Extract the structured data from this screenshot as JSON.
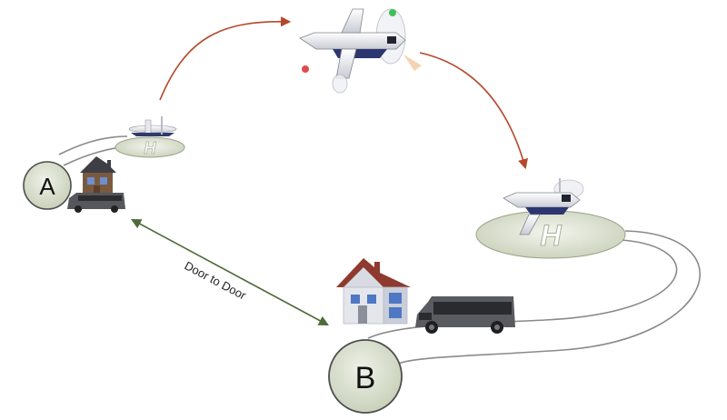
{
  "nodes": {
    "origin": {
      "label": "A"
    },
    "destination": {
      "label": "B"
    }
  },
  "edges": {
    "door_to_door": {
      "label": "Door to Door"
    }
  },
  "colors": {
    "flight_arrow": "#b5472a",
    "door_arrow": "#4f6b3a",
    "node_fill": "#dde3d4",
    "pad_fill": "#d6dcc9",
    "road": "#777777"
  },
  "icons": [
    "house-icon",
    "van-icon",
    "vtol-aircraft-icon",
    "helipad-icon"
  ]
}
